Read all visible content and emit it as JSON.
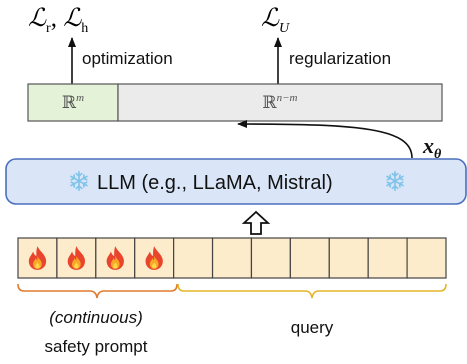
{
  "top_labels": {
    "loss_left": "ℒ r, ℒ h",
    "loss_left_parts": {
      "a": "ℒ",
      "a_sub": "r",
      "sep": ", ",
      "b": "ℒ",
      "b_sub": "h"
    },
    "loss_right": {
      "base": "ℒ",
      "sub": "U"
    },
    "optimization": "optimization",
    "regularization": "regularization"
  },
  "embedding_bar": {
    "left": {
      "base": "ℝ",
      "sup": "m"
    },
    "right": {
      "base": "ℝ",
      "sup": "n−m"
    }
  },
  "theta_label": {
    "base": "x",
    "sub": "θ"
  },
  "llm": {
    "label": "LLM (e.g., LLaMA, Mistral)",
    "icons": [
      "snowflake-icon",
      "snowflake-icon"
    ]
  },
  "tokens": {
    "safety_count": 4,
    "query_count": 7,
    "safety_icon": "fire-icon"
  },
  "bottom_labels": {
    "safety_line1": "(continuous)",
    "safety_line2": "safety prompt",
    "query": "query"
  },
  "colors": {
    "green_cell": "#e4f2d8",
    "gray_bar": "#ebebeb",
    "llm_fill": "#dae6f8",
    "llm_stroke": "#4a6fbd",
    "token_fill": "#fdeccb",
    "safety_brace": "#e07b2e",
    "query_brace": "#e3b628",
    "snowflake": "#7fc3ea"
  }
}
